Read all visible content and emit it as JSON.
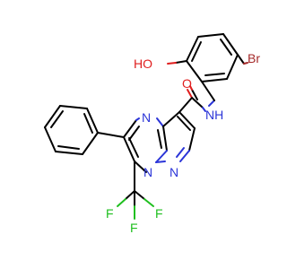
{
  "molecule": {
    "atom_labels": {
      "oxygen_hydroxyl": "HO",
      "oxygen_carbonyl": "O",
      "bromine": "Br",
      "amide_nh": "NH",
      "nitrogen_pyrimidine": "N",
      "nitrogen_bridge": "N",
      "nitrogen_pyrazole": "N",
      "fluorine_1": "F",
      "fluorine_2": "F",
      "fluorine_3": "F"
    },
    "colors": {
      "carbon_bond": "#000000",
      "nitrogen": "#2b35d8",
      "oxygen": "#e01e1e",
      "fluorine": "#1fbf1f",
      "bromine": "#a52a2a"
    }
  }
}
